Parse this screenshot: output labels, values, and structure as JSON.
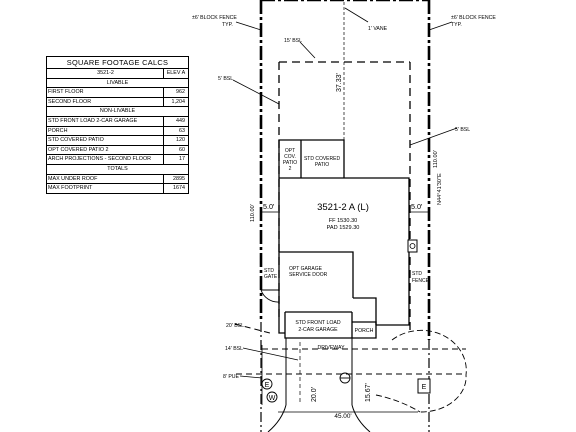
{
  "calcs": {
    "title": "SQUARE FOOTAGE CALCS",
    "plan": "3521-2",
    "elevation": "ELEV A",
    "livable_header": "LIVABLE",
    "livable_rows": [
      {
        "label": "FIRST FLOOR",
        "value": "962"
      },
      {
        "label": "SECOND FLOOR",
        "value": "1,204"
      }
    ],
    "nonlivable_header": "NON-LIVABLE",
    "nonlivable_rows": [
      {
        "label": "STD FRONT LOAD 2-CAR GARAGE",
        "value": "449"
      },
      {
        "label": "PORCH",
        "value": "63"
      },
      {
        "label": "STD COVERED PATIO",
        "value": "120"
      },
      {
        "label": "OPT COVERED PATIO 2",
        "value": "60"
      },
      {
        "label": "ARCH PROJECTIONS - SECOND FLOOR",
        "value": "17"
      }
    ],
    "totals_header": "TOTALS",
    "totals_rows": [
      {
        "label": "MAX UNDER ROOF",
        "value": "2895"
      },
      {
        "label": "MAX FOOTPRINT",
        "value": "1674"
      }
    ]
  },
  "plan": {
    "block_fence_left": [
      "±6' BLOCK FENCE",
      "TYP."
    ],
    "block_fence_right": [
      "±6' BLOCK FENCE",
      "TYP."
    ],
    "vane": "1' VANE",
    "bsl_rear": "15' BSL",
    "dim_rear": "37.33'",
    "bsl_side_left": "5' BSL",
    "bsl_side_right": "5' BSL",
    "dim_right_top": "110.00'",
    "bearing": "N44°41'30\"E",
    "dim_left": "110.00'",
    "opt_patio": [
      "OPT",
      "COV.",
      "PATIO",
      "2"
    ],
    "std_patio": [
      "STD COVERED",
      "PATIO"
    ],
    "setback_left": "5.0'",
    "setback_right": "5.0'",
    "lot_name": "3521-2 A (L)",
    "ff": "FF 1530.30",
    "pad": "PAD 1529.30",
    "std_gate": [
      "STD",
      "GATE"
    ],
    "opt_garage_door": [
      "OPT GARAGE",
      "SERVICE DOOR"
    ],
    "std_fence": [
      "STD",
      "FENCE"
    ],
    "garage": [
      "STD FRONT LOAD",
      "2-CAR GARAGE"
    ],
    "porch": "PORCH",
    "bsl_20": "20' BSL",
    "bsl_14": "14' BSL",
    "driveway": "DRIVEWAY",
    "pue": "8' PUE",
    "dim_drive": "20.0'",
    "dim_front_right": "15.67'",
    "dim_front": "45.00'",
    "e_mark": "E",
    "w_mark": "W",
    "transformer": "E"
  }
}
